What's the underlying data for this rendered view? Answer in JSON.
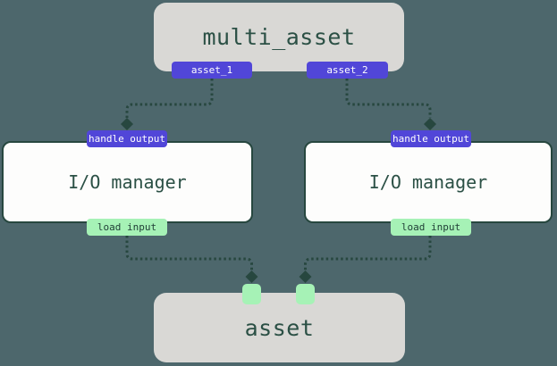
{
  "colors": {
    "background": "#4d676c",
    "node_fill": "#d9d8d5",
    "io_fill": "#fdfdfc",
    "ink": "#27473f",
    "label_text": "#2b5045",
    "purple": "#5146d8",
    "purple_text": "#ffffff",
    "green": "#a6f2b6",
    "green_text": "#1f3d35"
  },
  "nodes": {
    "multi_asset": {
      "label": "multi_asset",
      "outputs": [
        {
          "label": "asset_1"
        },
        {
          "label": "asset_2"
        }
      ]
    },
    "io_manager_left": {
      "label": "I/O manager",
      "input_badge": "handle output",
      "output_badge": "load input"
    },
    "io_manager_right": {
      "label": "I/O manager",
      "input_badge": "handle output",
      "output_badge": "load input"
    },
    "asset": {
      "label": "asset"
    }
  }
}
